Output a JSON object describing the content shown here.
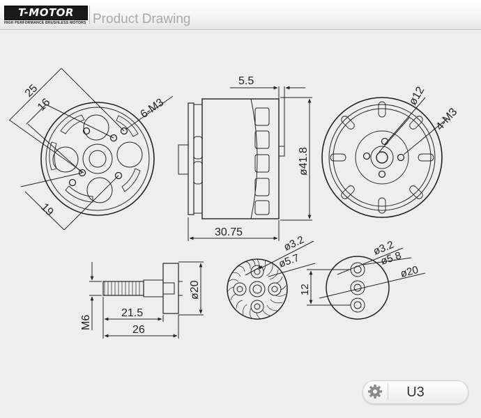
{
  "header": {
    "brand": "T-MOTOR",
    "tagline": "HIGH PERFORMANCE BRUSHLESS MOTORS",
    "title": "Product Drawing"
  },
  "drawing": {
    "front_view": {
      "d1": "25",
      "d2": "16",
      "d3": "19",
      "holes": "6-M3"
    },
    "side_view": {
      "offset": "5.5",
      "diameter": "ø41.8",
      "length": "30.75"
    },
    "rear_view": {
      "bore": "ø12",
      "holes": "4-M3"
    },
    "shaft_view": {
      "diameter": "ø20",
      "length_inner": "21.5",
      "length_total": "26",
      "thread": "M6"
    },
    "prop_adapter_side": {
      "hole": "ø3.2",
      "outer": "ø5.7"
    },
    "prop_adapter_face": {
      "hole": "ø3.2",
      "inner": "ø5.8",
      "outer": "ø20",
      "spacing": "12"
    }
  },
  "footer": {
    "model": "U3",
    "settings_icon": "gear-icon"
  }
}
